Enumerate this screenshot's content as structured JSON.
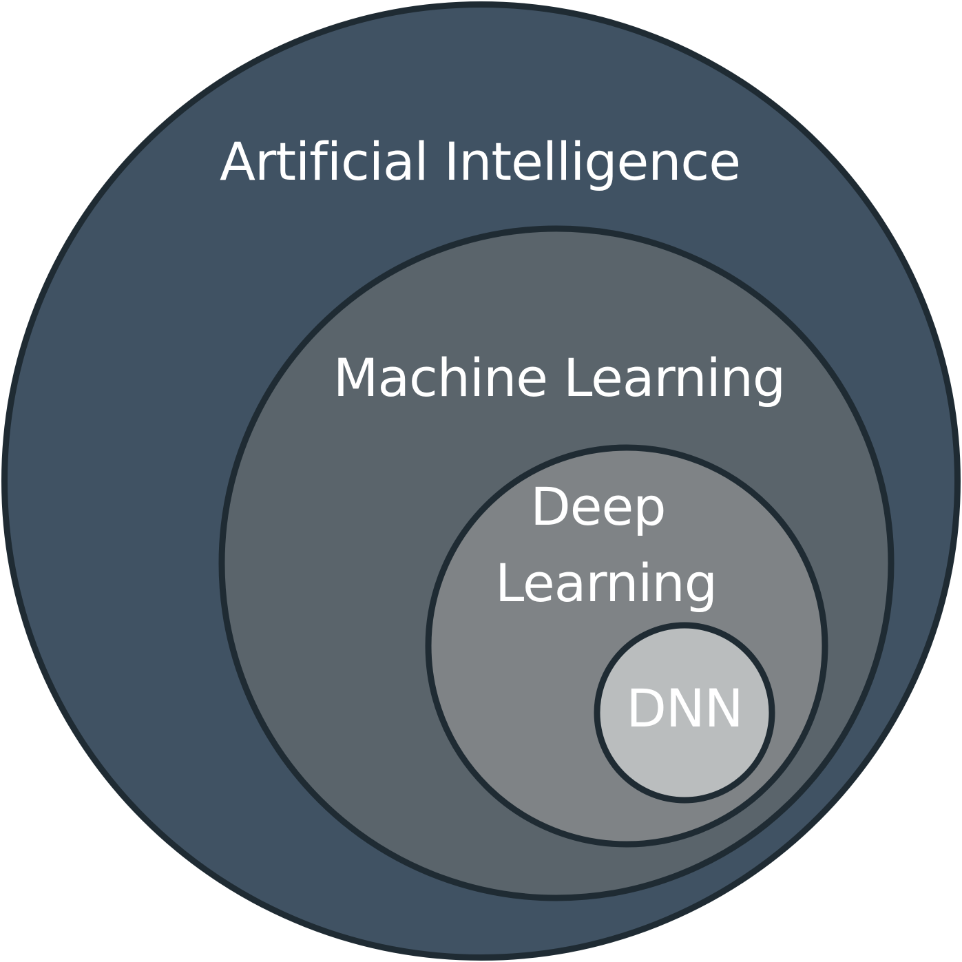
{
  "diagram": {
    "type": "nested-venn",
    "levels": [
      {
        "id": "ai",
        "lines": [
          "Artificial Intelligence"
        ],
        "fill": "#405263",
        "stroke": "#1f2b33"
      },
      {
        "id": "ml",
        "lines": [
          "Machine Learning"
        ],
        "fill": "#5a646b",
        "stroke": "#1f2b33"
      },
      {
        "id": "dl",
        "lines": [
          "Deep",
          "Learning"
        ],
        "fill": "#7f8386",
        "stroke": "#1f2b33"
      },
      {
        "id": "dnn",
        "lines": [
          "DNN"
        ],
        "fill": "#babdbe",
        "stroke": "#1f2b33"
      }
    ]
  }
}
